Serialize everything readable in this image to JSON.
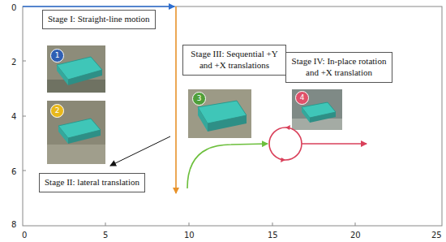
{
  "diagram": {
    "nodes": [
      {
        "text": [
          "Stage I: Straight-line motion"
        ]
      },
      {
        "text": [
          "1"
        ]
      },
      {
        "text": [
          "2"
        ]
      },
      {
        "text": [
          "Stage II: lateral translation"
        ]
      },
      {
        "text": [
          "Stage III: Sequential +Y and +X translations"
        ]
      },
      {
        "text": [
          "3"
        ]
      },
      {
        "text": [
          "Stage IV: In-place rotation and +X translation"
        ]
      },
      {
        "text": [
          "4"
        ]
      }
    ],
    "labels": [
      "0",
      "2",
      "4",
      "6",
      "8",
      "0",
      "5",
      "10",
      "15",
      "20",
      "25"
    ]
  }
}
